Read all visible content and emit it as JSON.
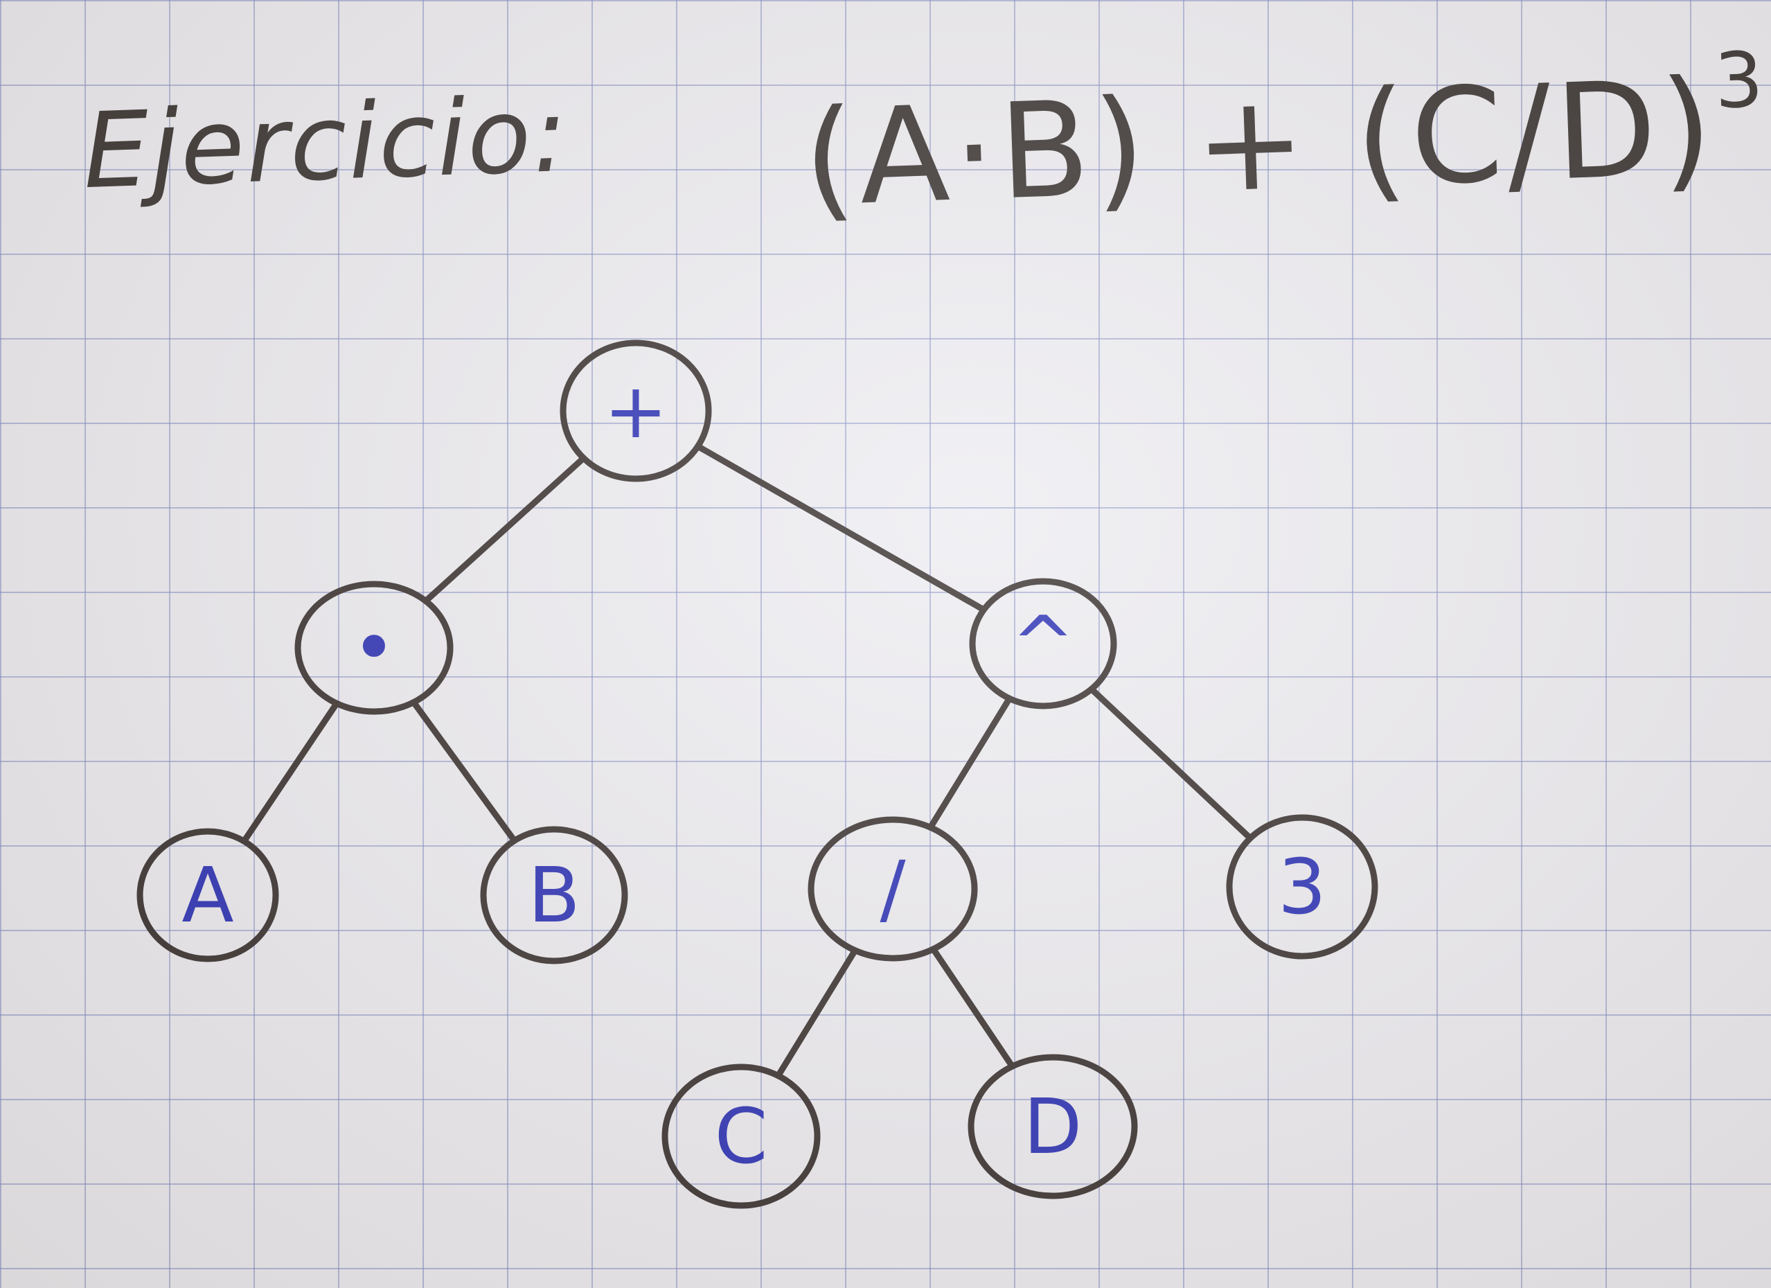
{
  "title": "Ejercicio:",
  "expression": {
    "main": "(A·B) + (C/D)",
    "exponent": "3"
  },
  "tree": {
    "nodes": [
      {
        "id": "plus",
        "label": "+"
      },
      {
        "id": "mul",
        "label": "•"
      },
      {
        "id": "pow",
        "label": "^"
      },
      {
        "id": "a",
        "label": "A"
      },
      {
        "id": "b",
        "label": "B"
      },
      {
        "id": "div",
        "label": "/"
      },
      {
        "id": "three",
        "label": "3"
      },
      {
        "id": "c",
        "label": "C"
      },
      {
        "id": "d",
        "label": "D"
      }
    ],
    "edges": [
      [
        "plus",
        "mul"
      ],
      [
        "plus",
        "pow"
      ],
      [
        "mul",
        "a"
      ],
      [
        "mul",
        "b"
      ],
      [
        "pow",
        "div"
      ],
      [
        "pow",
        "three"
      ],
      [
        "div",
        "c"
      ],
      [
        "div",
        "d"
      ]
    ]
  },
  "colors": {
    "ink": "#2a2220",
    "node_text": "#1c22b0",
    "grid": "#7882be"
  }
}
